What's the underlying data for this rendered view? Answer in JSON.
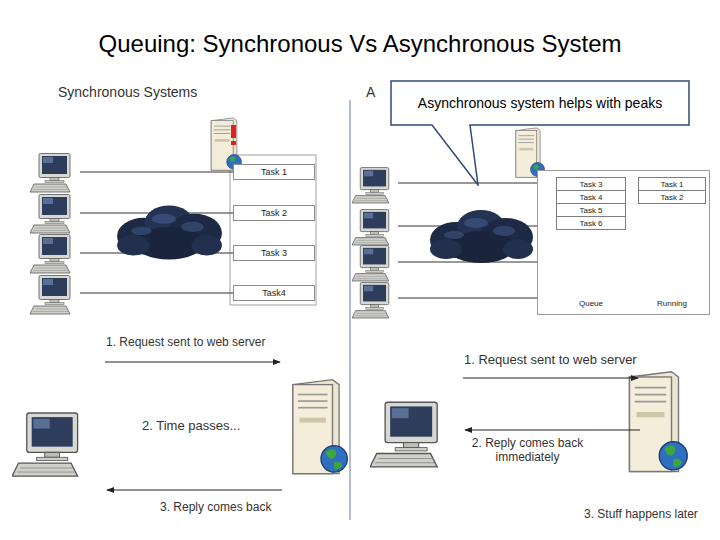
{
  "diagram": {
    "title": "Queuing: Synchronous Vs Asynchronous System",
    "nodes": [
      {
        "text": [
          "Task 1"
        ]
      },
      {
        "text": [
          "Task 2"
        ]
      },
      {
        "text": [
          "Task 3"
        ]
      },
      {
        "text": [
          "Task4"
        ]
      },
      {
        "text": [
          "Asynchronous system helps with peaks"
        ]
      },
      {
        "text": [
          "Queue",
          "Running"
        ]
      },
      {
        "text": [
          "Task 3"
        ],
        "in": 5
      },
      {
        "text": [
          "Task 4"
        ],
        "in": 5
      },
      {
        "text": [
          "Task 5"
        ],
        "in": 5
      },
      {
        "text": [
          "Task 6"
        ],
        "in": 5
      },
      {
        "text": [
          "Task 1"
        ],
        "in": 5
      },
      {
        "text": [
          "Task 2"
        ],
        "in": 5
      }
    ],
    "labels": [
      "Synchronous Systems",
      "A",
      "1. Request sent to web server",
      "2. Time passes...",
      "3. Reply comes back",
      "1. Request sent to web server",
      "2. Reply comes back immediately",
      "3. Stuff happens later"
    ]
  }
}
